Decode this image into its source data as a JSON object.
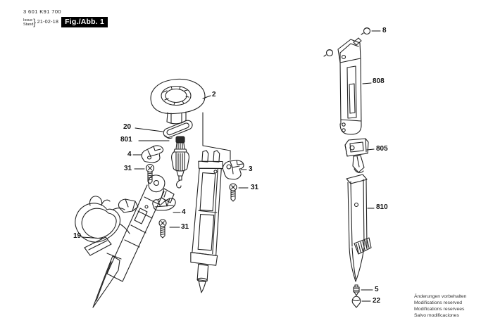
{
  "header": {
    "part_number": "3 601 K91 700",
    "issue_label": "Issue",
    "stand_label": "Stand",
    "brace": "}",
    "issue_date": "21-02-18",
    "figure_label": "Fig./Abb. 1"
  },
  "diagram": {
    "description": "Exploded-view spare parts drawing, black line art on white",
    "line_color": "#222222",
    "callouts": [
      {
        "label": "2"
      },
      {
        "label": "20"
      },
      {
        "label": "801"
      },
      {
        "label": "4"
      },
      {
        "label": "31"
      },
      {
        "label": "3"
      },
      {
        "label": "31"
      },
      {
        "label": "4"
      },
      {
        "label": "31"
      },
      {
        "label": "19"
      },
      {
        "label": "8"
      },
      {
        "label": "808"
      },
      {
        "label": "805"
      },
      {
        "label": "810"
      },
      {
        "label": "5"
      },
      {
        "label": "22"
      }
    ]
  },
  "footer": {
    "notices": [
      "Änderungen vorbehalten",
      "Modifications reserved",
      "Modifications reservees",
      "Salvo modificaciones"
    ]
  }
}
